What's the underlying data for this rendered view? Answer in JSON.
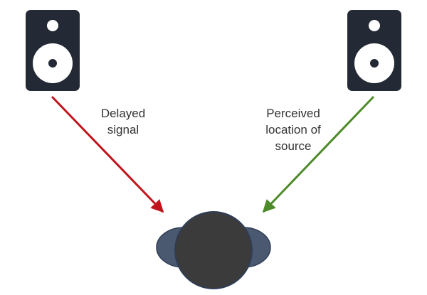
{
  "labels": {
    "delayed": [
      "Delayed",
      "signal"
    ],
    "perceived": [
      "Perceived",
      "location of",
      "source"
    ]
  },
  "colors": {
    "speaker_body": "#232a35",
    "speaker_cone": "#ffffff",
    "delayed_arrow": "#c0141c",
    "perceived_arrow": "#4e8a2a",
    "head": "#3b3b3b",
    "ears": "#4a5870",
    "outline": "#2f3d56"
  },
  "icons": {
    "left_speaker": "speaker-icon",
    "right_speaker": "speaker-icon",
    "listener": "listener-head-icon"
  }
}
